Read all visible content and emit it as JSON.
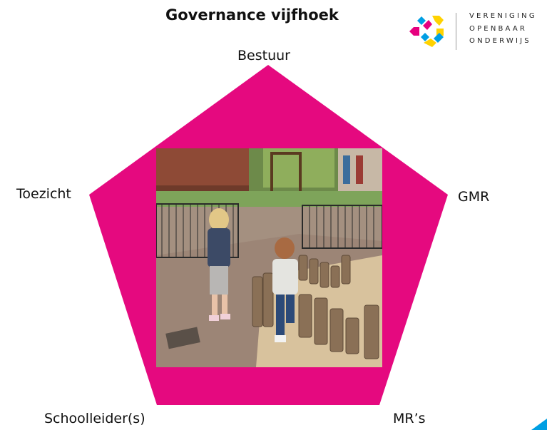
{
  "title": "Governance vijfhoek",
  "logo": {
    "lines": [
      "VERENIGING",
      "OPENBAAR",
      "ONDERWIJS"
    ],
    "colors": {
      "pink": "#e6007e",
      "yellow": "#ffd200",
      "blue": "#009fe3"
    }
  },
  "diagram": {
    "shape": "pentagon",
    "fill": "#e5097f",
    "vertices": [
      "Bestuur",
      "GMR",
      "MR’s",
      "Schoolleider(s)",
      "Toezicht"
    ]
  },
  "photo": {
    "subject": "children-playing-schoolyard"
  }
}
